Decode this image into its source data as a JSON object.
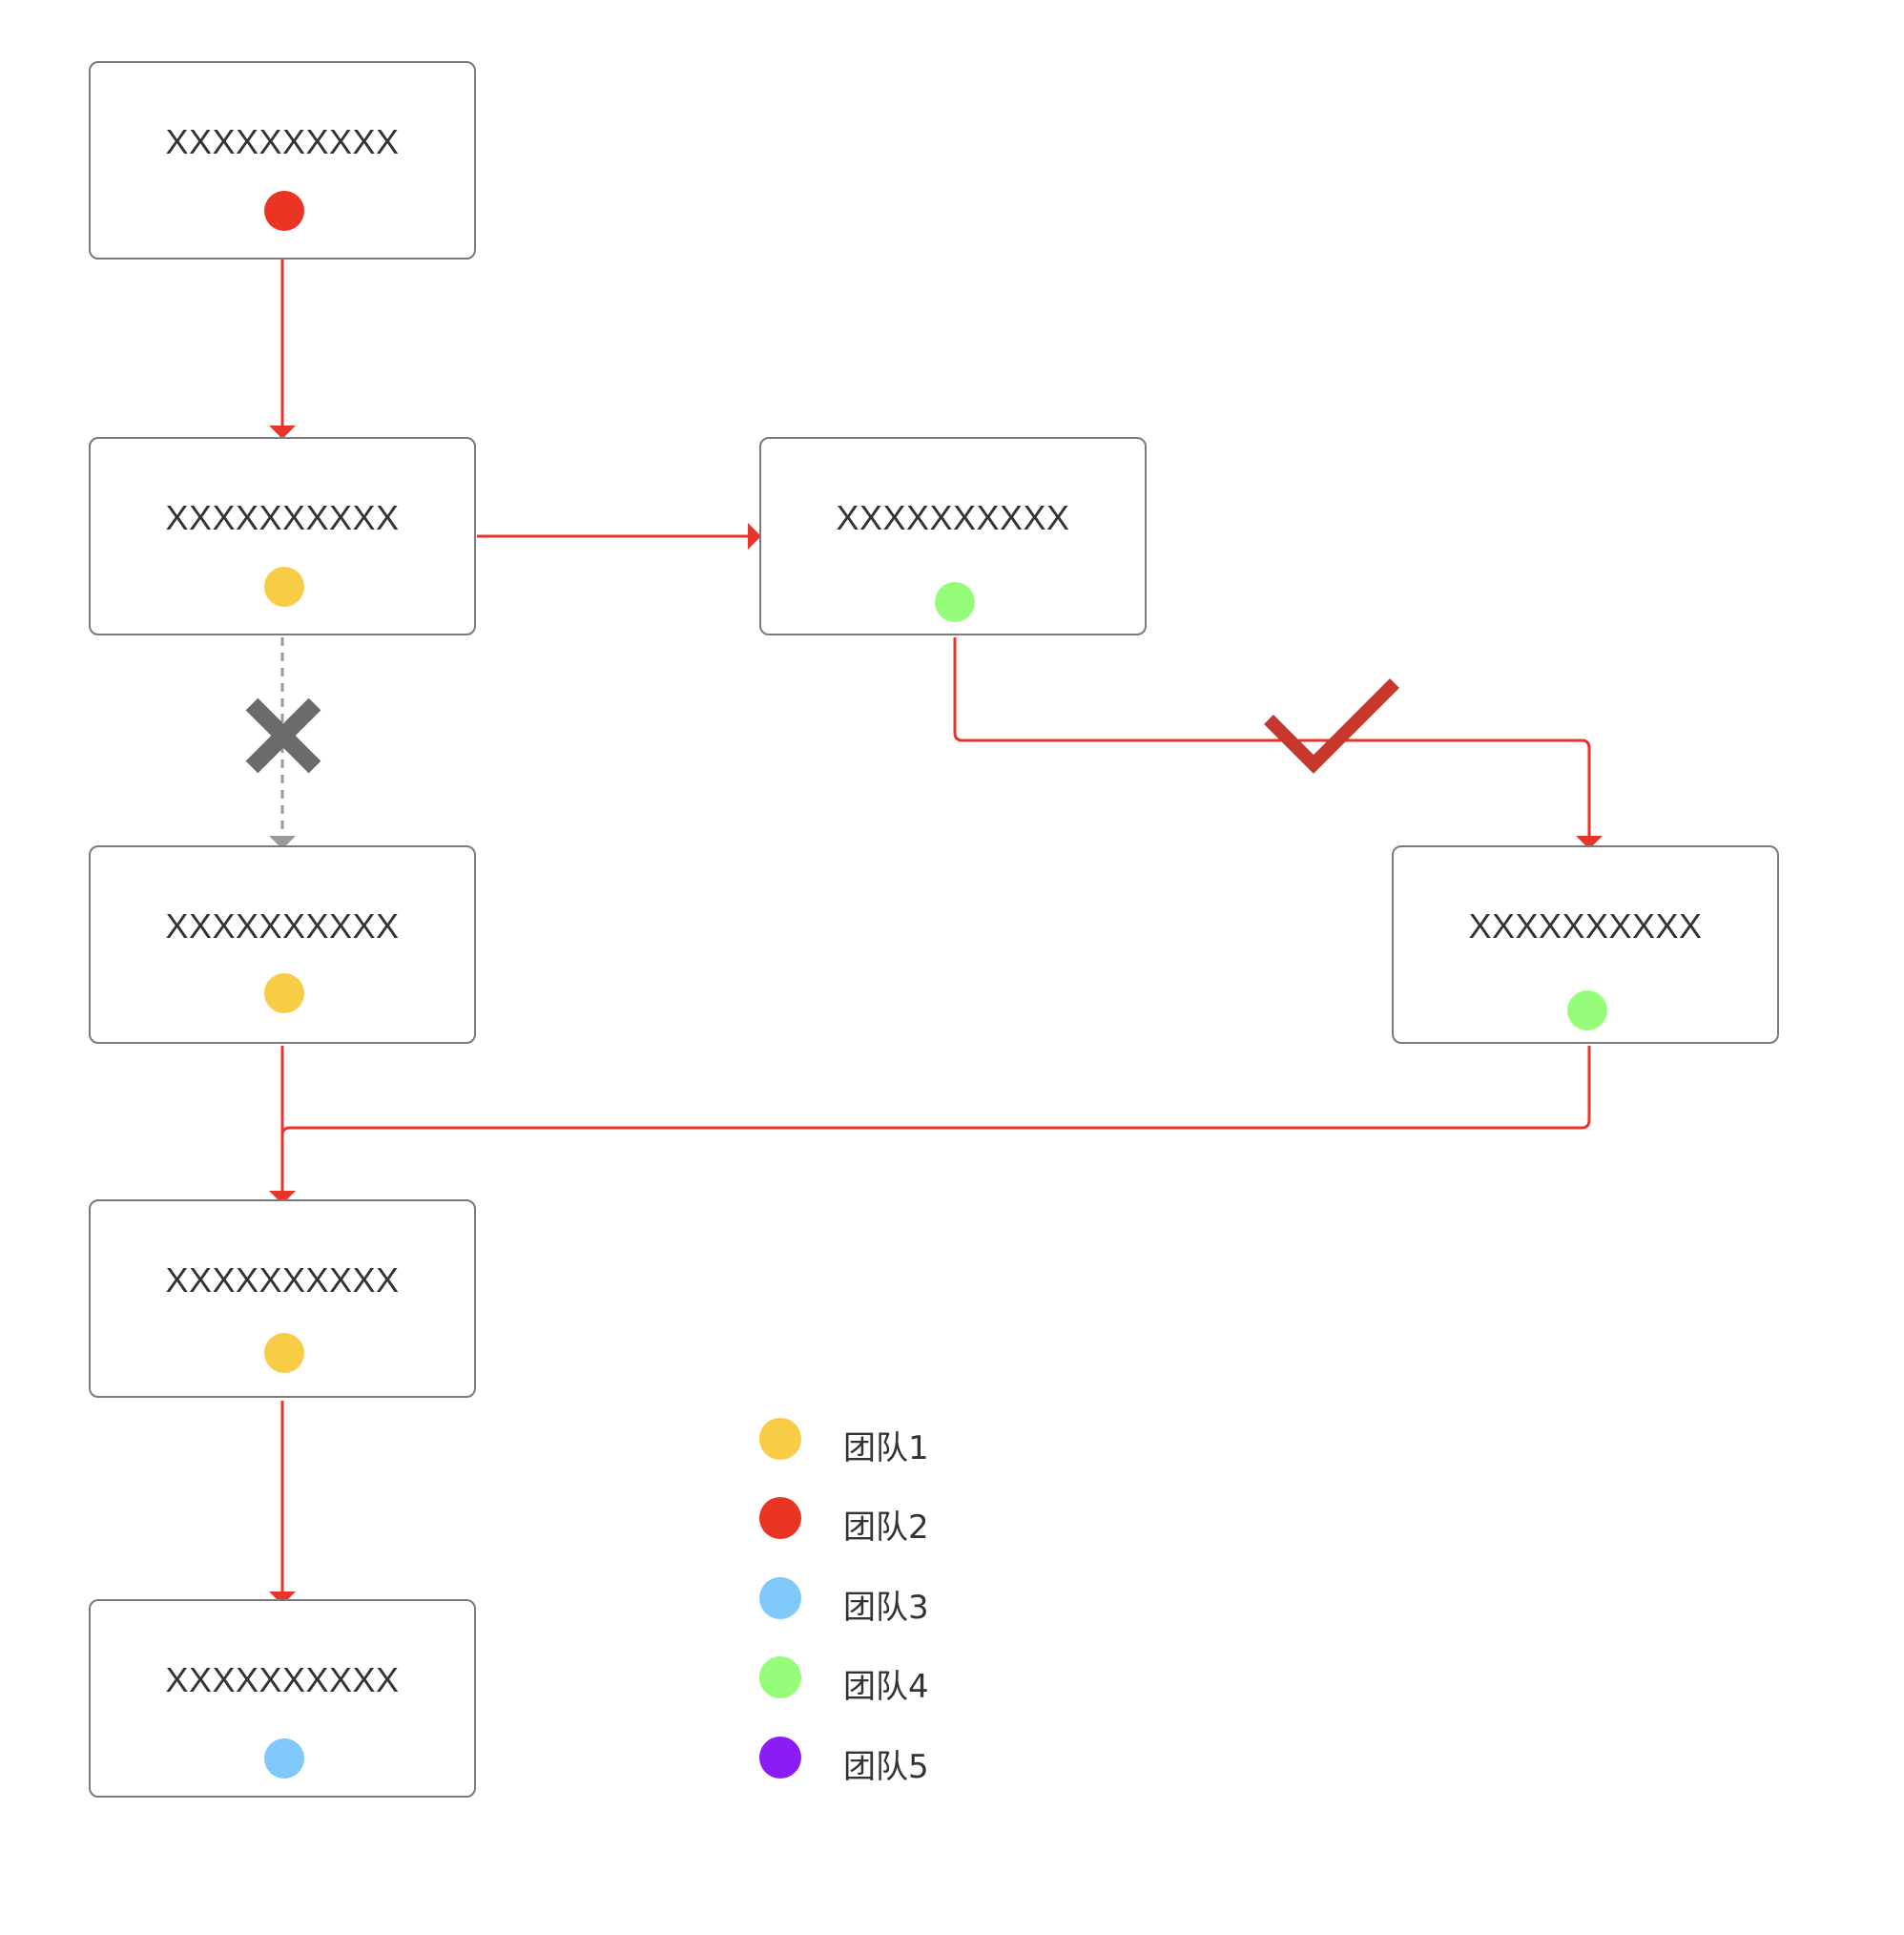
{
  "colors": {
    "edge": "#e8342a",
    "edge_disabled": "#999999",
    "check": "#c8372d",
    "cross": "#6b6b6b",
    "node_border": "#7a7a7a"
  },
  "teams": {
    "t1": {
      "name": "团队1",
      "color": "#f8cd45"
    },
    "t2": {
      "name": "团队2",
      "color": "#ea3424"
    },
    "t3": {
      "name": "团队3",
      "color": "#80c8fa"
    },
    "t4": {
      "name": "团队4",
      "color": "#96fd7a"
    },
    "t5": {
      "name": "团队5",
      "color": "#8b1cf4"
    }
  },
  "nodes": [
    {
      "id": "n1",
      "label": "XXXXXXXXXX",
      "team": "t2"
    },
    {
      "id": "n2",
      "label": "XXXXXXXXXX",
      "team": "t1"
    },
    {
      "id": "n3",
      "label": "XXXXXXXXXX",
      "team": "t4"
    },
    {
      "id": "n4",
      "label": "XXXXXXXXXX",
      "team": "t1"
    },
    {
      "id": "n5",
      "label": "XXXXXXXXXX",
      "team": "t4"
    },
    {
      "id": "n6",
      "label": "XXXXXXXXXX",
      "team": "t1"
    },
    {
      "id": "n7",
      "label": "XXXXXXXXXX",
      "team": "t3"
    }
  ],
  "edges": [
    {
      "from": "n1",
      "to": "n2",
      "style": "solid"
    },
    {
      "from": "n2",
      "to": "n3",
      "style": "solid"
    },
    {
      "from": "n2",
      "to": "n4",
      "style": "dashed",
      "mark": "cross"
    },
    {
      "from": "n3",
      "to": "n5",
      "style": "solid",
      "mark": "check"
    },
    {
      "from": "n4",
      "to": "n6",
      "style": "solid"
    },
    {
      "from": "n5",
      "to": "n6",
      "style": "solid"
    },
    {
      "from": "n6",
      "to": "n7",
      "style": "solid"
    }
  ],
  "legend": [
    {
      "team": "t1",
      "label": "团队1"
    },
    {
      "team": "t2",
      "label": "团队2"
    },
    {
      "team": "t3",
      "label": "团队3"
    },
    {
      "team": "t4",
      "label": "团队4"
    },
    {
      "team": "t5",
      "label": "团队5"
    }
  ]
}
